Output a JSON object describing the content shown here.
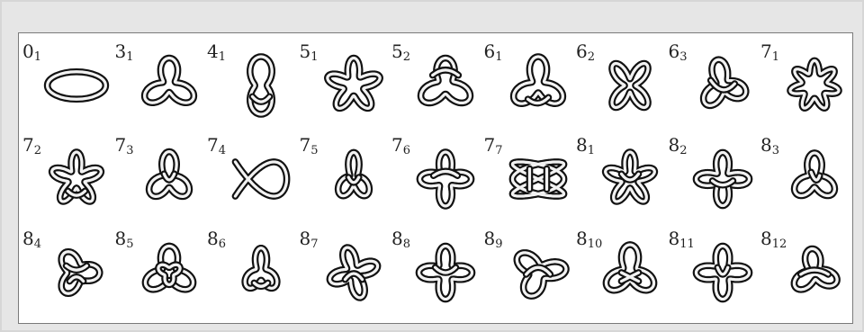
{
  "knots": [
    {
      "crossings": "0",
      "index": "1"
    },
    {
      "crossings": "3",
      "index": "1"
    },
    {
      "crossings": "4",
      "index": "1"
    },
    {
      "crossings": "5",
      "index": "1"
    },
    {
      "crossings": "5",
      "index": "2"
    },
    {
      "crossings": "6",
      "index": "1"
    },
    {
      "crossings": "6",
      "index": "2"
    },
    {
      "crossings": "6",
      "index": "3"
    },
    {
      "crossings": "7",
      "index": "1"
    },
    {
      "crossings": "7",
      "index": "2"
    },
    {
      "crossings": "7",
      "index": "3"
    },
    {
      "crossings": "7",
      "index": "4"
    },
    {
      "crossings": "7",
      "index": "5"
    },
    {
      "crossings": "7",
      "index": "6"
    },
    {
      "crossings": "7",
      "index": "7"
    },
    {
      "crossings": "8",
      "index": "1"
    },
    {
      "crossings": "8",
      "index": "2"
    },
    {
      "crossings": "8",
      "index": "3"
    },
    {
      "crossings": "8",
      "index": "4"
    },
    {
      "crossings": "8",
      "index": "5"
    },
    {
      "crossings": "8",
      "index": "6"
    },
    {
      "crossings": "8",
      "index": "7"
    },
    {
      "crossings": "8",
      "index": "8"
    },
    {
      "crossings": "8",
      "index": "9"
    },
    {
      "crossings": "8",
      "index": "10"
    },
    {
      "crossings": "8",
      "index": "11"
    },
    {
      "crossings": "8",
      "index": "12"
    }
  ]
}
